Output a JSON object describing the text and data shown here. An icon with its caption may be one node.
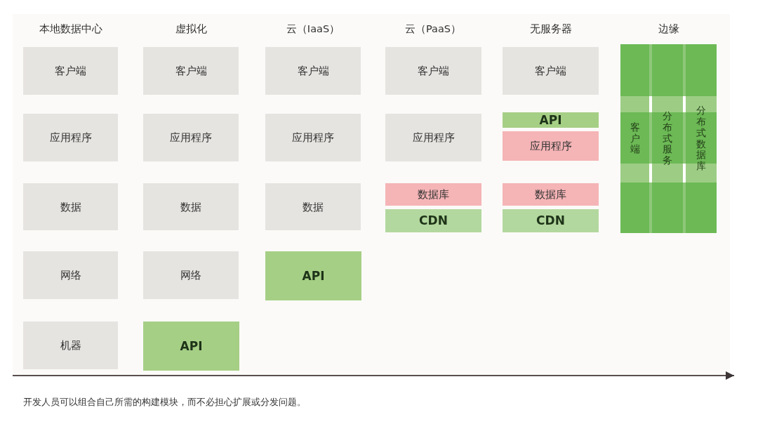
{
  "diagram": {
    "caption": "开发人员可以组合自己所需的构建模块，而不必担心扩展或分发问题。",
    "nodes": [
      {
        "text": [
          "客户端"
        ]
      },
      {
        "text": [
          "应用程序"
        ]
      },
      {
        "text": [
          "数据"
        ]
      },
      {
        "text": [
          "网络"
        ]
      },
      {
        "text": [
          "机器"
        ]
      },
      {
        "text": [
          "客户端"
        ]
      },
      {
        "text": [
          "应用程序"
        ]
      },
      {
        "text": [
          "数据"
        ]
      },
      {
        "text": [
          "网络"
        ]
      },
      {
        "text": [
          "API"
        ]
      },
      {
        "text": [
          "客户端"
        ]
      },
      {
        "text": [
          "应用程序"
        ]
      },
      {
        "text": [
          "数据"
        ]
      },
      {
        "text": [
          "API"
        ]
      },
      {
        "text": [
          "客户端"
        ]
      },
      {
        "text": [
          "应用程序"
        ]
      },
      {
        "text": [
          "数据库"
        ]
      },
      {
        "text": [
          "CDN"
        ]
      },
      {
        "text": [
          "客户端"
        ]
      },
      {
        "text": [
          "API"
        ]
      },
      {
        "text": [
          "应用程序"
        ]
      },
      {
        "text": [
          "数据库"
        ]
      },
      {
        "text": [
          "CDN"
        ]
      },
      {
        "text": [
          "客户端"
        ]
      },
      {
        "text": [
          "分布式服务"
        ]
      },
      {
        "text": [
          "分布式数据库"
        ]
      }
    ],
    "labels": [
      "本地数据中心",
      "虚拟化",
      "云（IaaS）",
      "云（PaaS）",
      "无服务器",
      "边缘"
    ]
  }
}
